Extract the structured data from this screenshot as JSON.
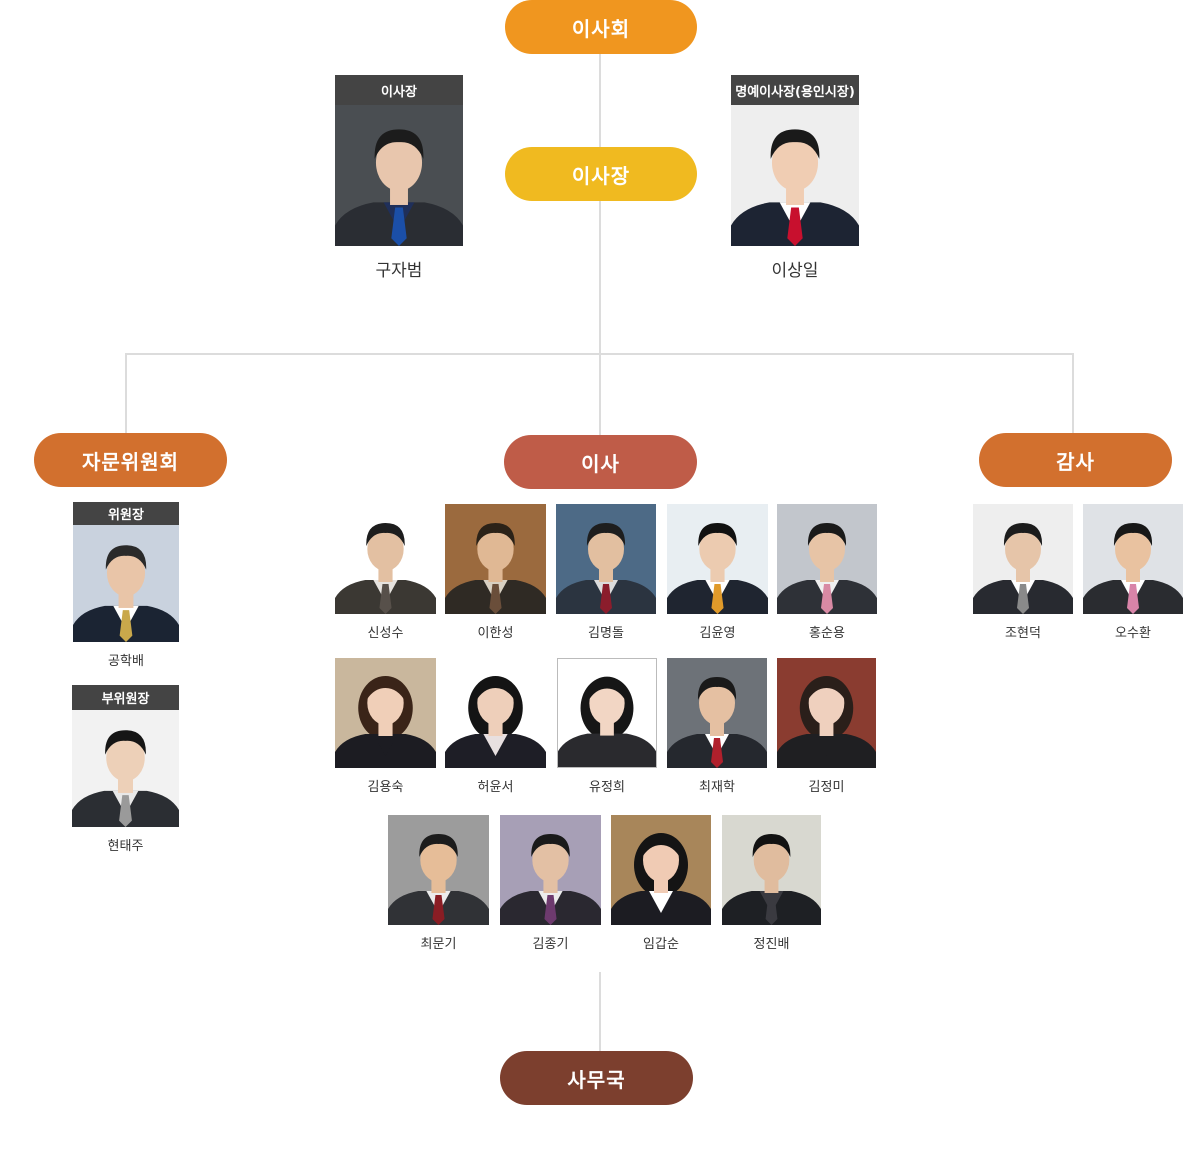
{
  "colors": {
    "board": "#f0961f",
    "chairman": "#f0ba20",
    "advisory": "#d2702e",
    "directors": "#bf5c48",
    "auditors": "#d2702e",
    "secretariat": "#7c3f2e",
    "line": "#dcdcdc",
    "tag": "#444444"
  },
  "nodes": {
    "board": "이사회",
    "chairman": "이사장",
    "advisory": "자문위원회",
    "directors": "이사",
    "auditors": "감사",
    "secretariat": "사무국"
  },
  "chairman": {
    "tag": "이사장",
    "name": "구자범"
  },
  "honorary": {
    "tag": "명예이사장(용인시장)",
    "name": "이상일"
  },
  "advisory": {
    "head": {
      "tag": "위원장",
      "name": "공학배"
    },
    "vice": {
      "tag": "부위원장",
      "name": "현태주"
    }
  },
  "directors": [
    {
      "name": "신성수"
    },
    {
      "name": "이한성"
    },
    {
      "name": "김명돌"
    },
    {
      "name": "김윤영"
    },
    {
      "name": "홍순용"
    },
    {
      "name": "김용숙"
    },
    {
      "name": "허윤서"
    },
    {
      "name": "유정희"
    },
    {
      "name": "최재학"
    },
    {
      "name": "김정미"
    },
    {
      "name": "최문기"
    },
    {
      "name": "김종기"
    },
    {
      "name": "임갑순"
    },
    {
      "name": "정진배"
    }
  ],
  "auditors": [
    {
      "name": "조현덕"
    },
    {
      "name": "오수환"
    }
  ]
}
